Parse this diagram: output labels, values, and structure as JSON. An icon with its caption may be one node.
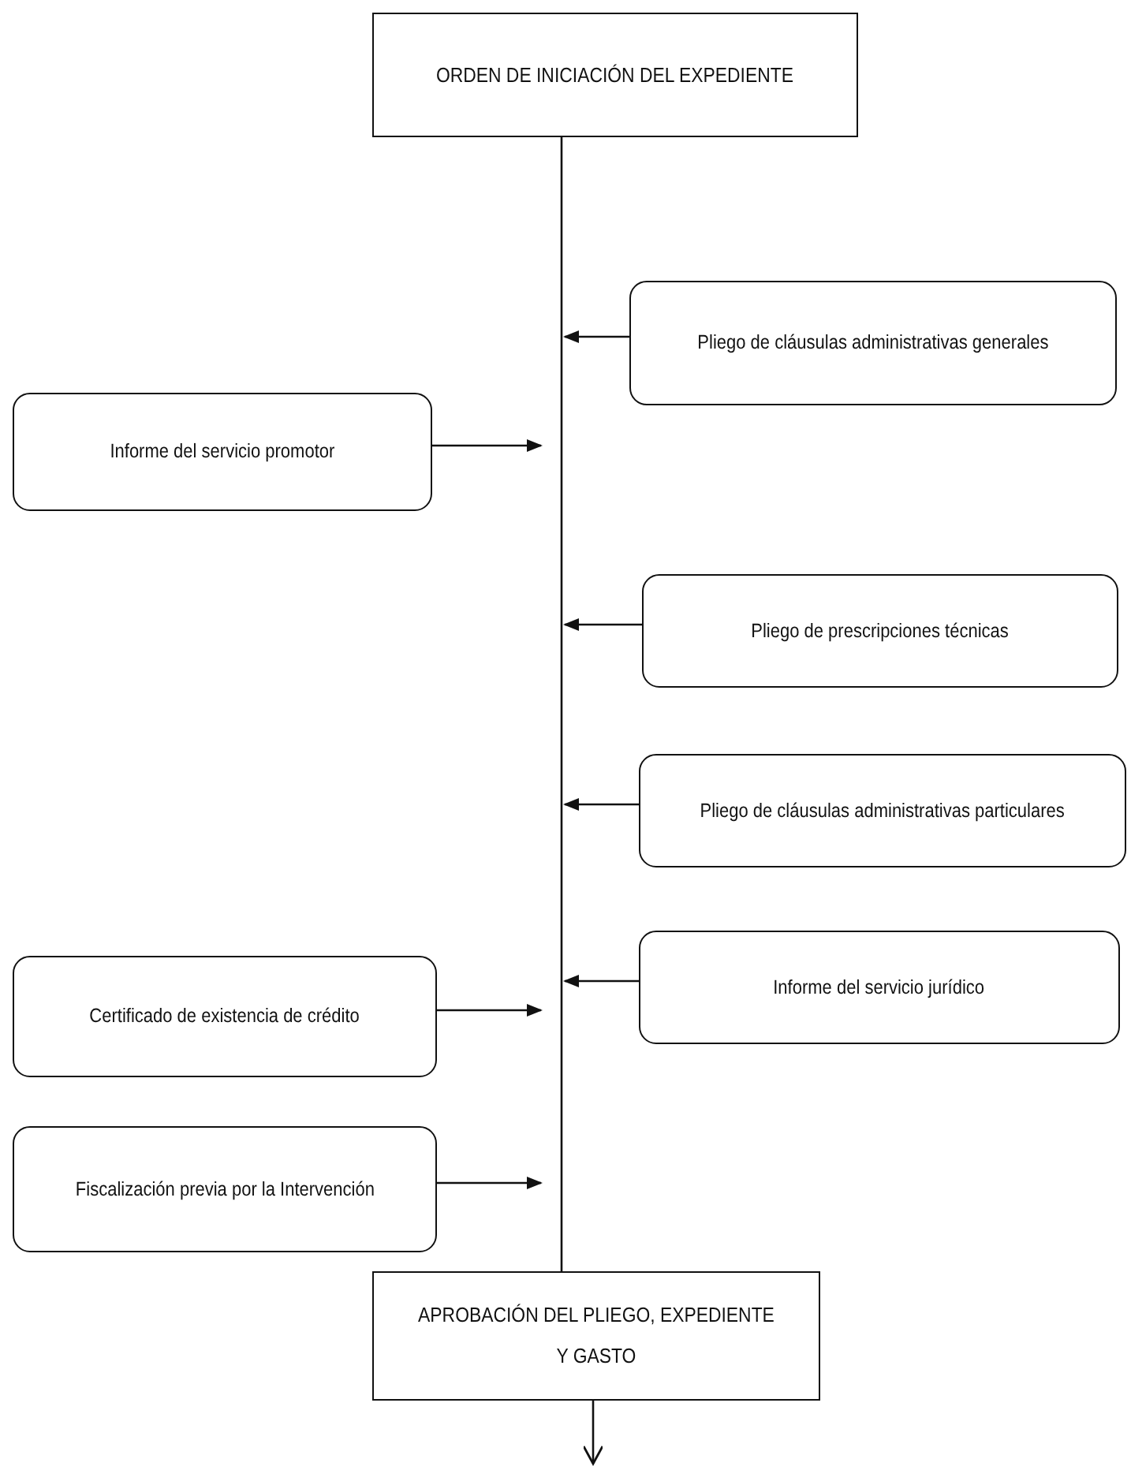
{
  "diagram": {
    "nodes": [
      {
        "text": [
          "ORDEN DE INICIACIÓN DEL EXPEDIENTE"
        ]
      },
      {
        "text": [
          "Pliego de cláusulas administrativas generales"
        ]
      },
      {
        "text": [
          "Informe del servicio promotor"
        ]
      },
      {
        "text": [
          "Pliego de prescripciones técnicas"
        ]
      },
      {
        "text": [
          "Pliego de cláusulas administrativas particulares"
        ]
      },
      {
        "text": [
          "Informe del servicio jurídico"
        ]
      },
      {
        "text": [
          "Certificado de existencia de crédito"
        ]
      },
      {
        "text": [
          "Fiscalización previa por la Intervención"
        ]
      },
      {
        "text": [
          "APROBACIÓN DEL PLIEGO, EXPEDIENTE Y GASTO"
        ]
      }
    ],
    "edges": [
      {
        "from": 0,
        "to": 8,
        "arrow": "none"
      },
      {
        "from": 1,
        "to": null,
        "arrow": "to"
      },
      {
        "from": 2,
        "to": null,
        "arrow": "to"
      },
      {
        "from": 3,
        "to": null,
        "arrow": "to"
      },
      {
        "from": 4,
        "to": null,
        "arrow": "to"
      },
      {
        "from": 5,
        "to": null,
        "arrow": "to"
      },
      {
        "from": 6,
        "to": null,
        "arrow": "to"
      },
      {
        "from": 7,
        "to": null,
        "arrow": "to"
      },
      {
        "from": 8,
        "to": null,
        "arrow": "to"
      }
    ]
  }
}
